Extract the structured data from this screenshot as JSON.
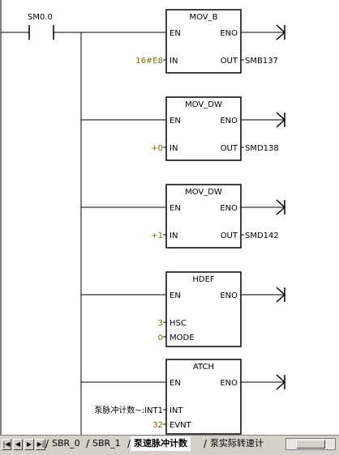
{
  "rung": {
    "contact": "SM0.0",
    "blocks": [
      {
        "title": "MOV_B",
        "en": "EN",
        "eno": "ENO",
        "inputs": [
          {
            "pin": "IN",
            "value": "16#E8"
          }
        ],
        "outputs": [
          {
            "pin": "OUT",
            "value": "SMB137"
          }
        ]
      },
      {
        "title": "MOV_DW",
        "en": "EN",
        "eno": "ENO",
        "inputs": [
          {
            "pin": "IN",
            "value": "+0"
          }
        ],
        "outputs": [
          {
            "pin": "OUT",
            "value": "SMD138"
          }
        ]
      },
      {
        "title": "MOV_DW",
        "en": "EN",
        "eno": "ENO",
        "inputs": [
          {
            "pin": "IN",
            "value": "+1"
          }
        ],
        "outputs": [
          {
            "pin": "OUT",
            "value": "SMD142"
          }
        ]
      },
      {
        "title": "HDEF",
        "en": "EN",
        "eno": "ENO",
        "inputs": [
          {
            "pin": "HSC",
            "value": "3"
          },
          {
            "pin": "MODE",
            "value": "0"
          }
        ],
        "outputs": []
      },
      {
        "title": "ATCH",
        "en": "EN",
        "eno": "ENO",
        "inputs": [
          {
            "pin": "INT",
            "value": "泵脉冲计数~:INT1"
          },
          {
            "pin": "EVNT",
            "value": "32"
          }
        ],
        "outputs": []
      }
    ]
  },
  "tabs": {
    "nav": [
      "|◀",
      "◀",
      "▶",
      "▶|"
    ],
    "items": [
      {
        "label": "SBR_0",
        "active": false
      },
      {
        "label": "SBR_1",
        "active": false
      },
      {
        "label": "泵速脉冲计数",
        "active": true
      },
      {
        "label": "泵实际转速计",
        "active": false
      }
    ]
  }
}
